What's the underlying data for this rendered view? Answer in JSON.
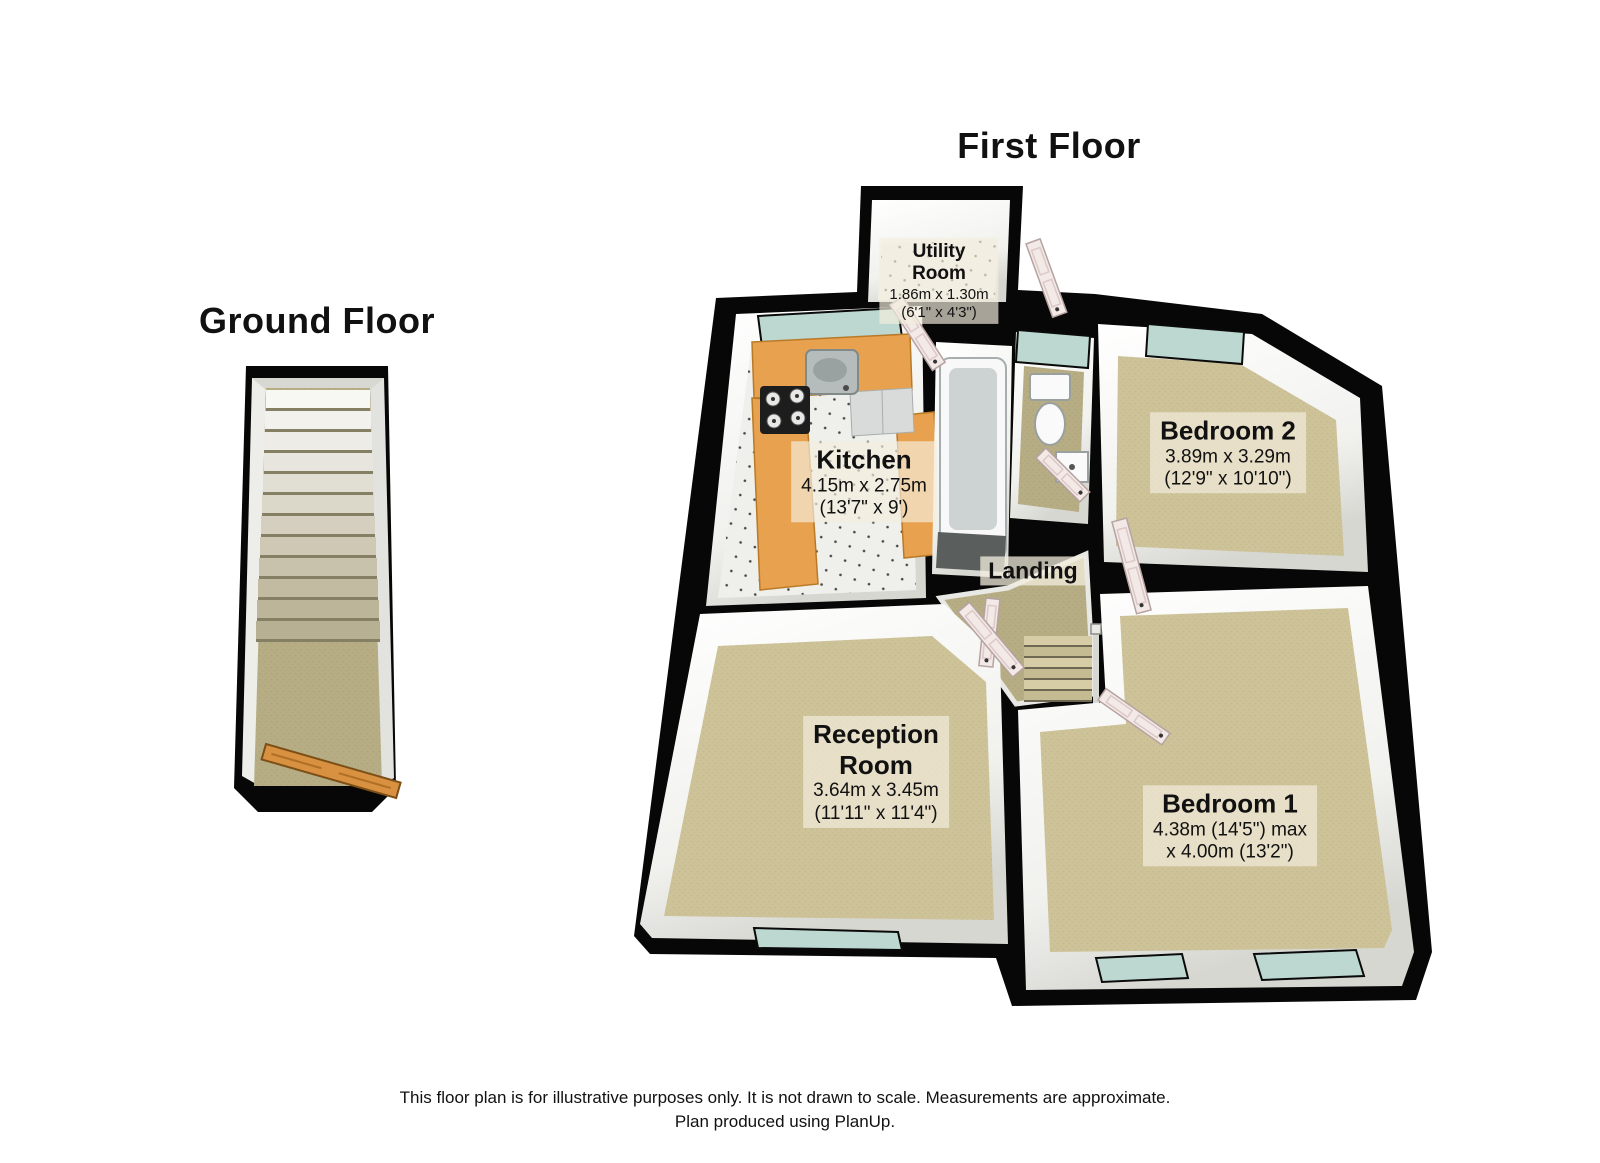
{
  "floors": {
    "first": {
      "title": "First Floor"
    },
    "ground": {
      "title": "Ground Floor"
    }
  },
  "rooms": {
    "utility": {
      "name_line1": "Utility",
      "name_line2": "Room",
      "dims_metric": "1.86m x 1.30m",
      "dims_imperial": "(6'1\" x 4'3\")"
    },
    "kitchen": {
      "name": "Kitchen",
      "dims_metric": "4.15m x 2.75m",
      "dims_imperial": "(13'7\" x 9')"
    },
    "bedroom2": {
      "name": "Bedroom 2",
      "dims_metric": "3.89m x 3.29m",
      "dims_imperial": "(12'9\" x 10'10\")"
    },
    "landing": {
      "name": "Landing"
    },
    "reception": {
      "name_line1": "Reception",
      "name_line2": "Room",
      "dims_metric": "3.64m x 3.45m",
      "dims_imperial": "(11'11\" x 11'4\")"
    },
    "bedroom1": {
      "name": "Bedroom 1",
      "dims_line1": "4.38m (14'5\") max",
      "dims_line2": "x 4.00m (13'2\")"
    }
  },
  "footer": {
    "line1": "This floor plan is for illustrative purposes only. It is not drawn to scale. Measurements are approximate.",
    "line2": "Plan produced using PlanUp."
  },
  "colors": {
    "wall": "#070707",
    "carpet": "#cdc298",
    "carpet_dark": "#b7ad84",
    "tile": "#efefec",
    "counter_wood": "#e8a24f",
    "window_glass": "#bcd8d0",
    "door_leaf": "#f3e9e7",
    "wood_door": "#d79140",
    "wall_face": "#ffffff"
  }
}
